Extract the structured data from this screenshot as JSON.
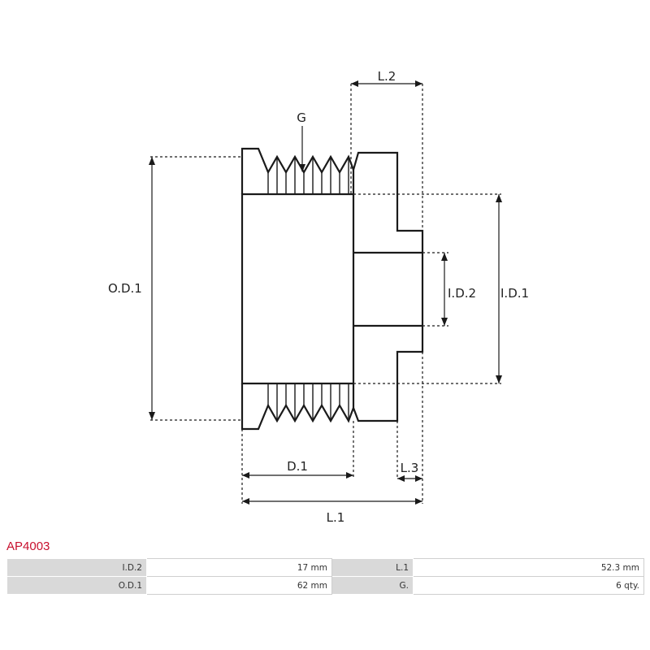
{
  "diagram": {
    "labels": {
      "l2": "L.2",
      "g": "G",
      "od1": "O.D.1",
      "id1": "I.D.1",
      "id2": "I.D.2",
      "d1": "D.1",
      "l3": "L.3",
      "l1": "L.1"
    }
  },
  "product": {
    "code": "AP4003",
    "specs": [
      [
        {
          "label": "I.D.2",
          "value": "17 mm"
        },
        {
          "label": "L.1",
          "value": "52.3 mm"
        }
      ],
      [
        {
          "label": "O.D.1",
          "value": "62 mm"
        },
        {
          "label": "G.",
          "value": "6 qty."
        }
      ]
    ]
  }
}
